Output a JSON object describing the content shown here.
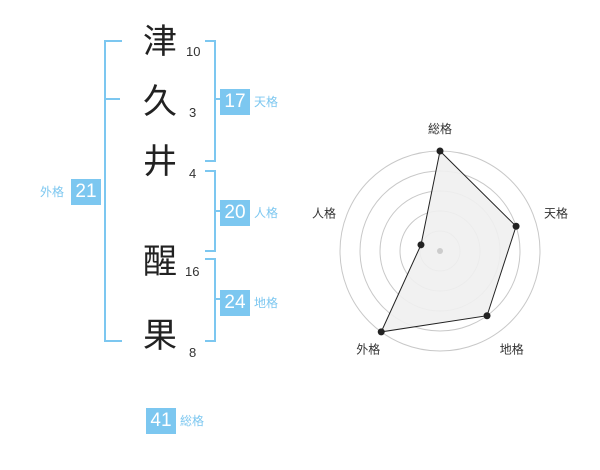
{
  "name": {
    "characters": [
      {
        "char": "津",
        "strokes": "10"
      },
      {
        "char": "久",
        "strokes": "3"
      },
      {
        "char": "井",
        "strokes": "4"
      },
      {
        "char": "醒",
        "strokes": "16"
      },
      {
        "char": "果",
        "strokes": "8"
      }
    ]
  },
  "fortune": {
    "tenkaku": {
      "value": "17",
      "label": "天格"
    },
    "jinkaku": {
      "value": "20",
      "label": "人格"
    },
    "chikaku": {
      "value": "24",
      "label": "地格"
    },
    "gaikaku": {
      "value": "21",
      "label": "外格"
    },
    "soukaku": {
      "value": "41",
      "label": "総格"
    }
  },
  "radar": {
    "max": 5,
    "rings": 5,
    "axes": [
      {
        "label": "総格",
        "value": 5
      },
      {
        "label": "天格",
        "value": 4
      },
      {
        "label": "地格",
        "value": 4
      },
      {
        "label": "外格",
        "value": 5
      },
      {
        "label": "人格",
        "value": 1
      }
    ],
    "colors": {
      "ring": "#c8c8c8",
      "fill": "#f0f0f0",
      "line": "#222222",
      "center": "#cccccc"
    }
  }
}
